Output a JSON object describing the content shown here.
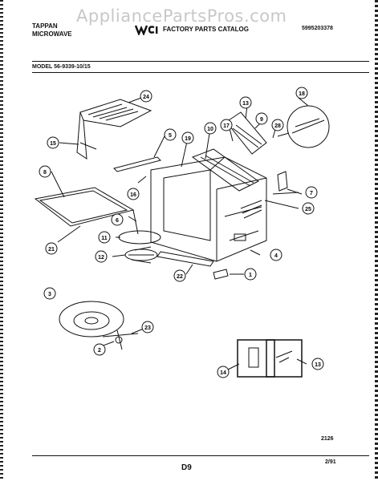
{
  "header": {
    "watermark": "AppliancePartsPros.com",
    "brand_line1": "TAPPAN",
    "brand_line2": "MICROWAVE",
    "catalog_title": "FACTORY PARTS CATALOG",
    "document_number": "5995203378",
    "logo_icon": "wci-logo-icon"
  },
  "model_label": "MODEL 56-9339-10/15",
  "footer": {
    "figure_number": "2126",
    "page_number": "D9",
    "date": "2/91"
  },
  "callouts": [
    "24",
    "15",
    "8",
    "21",
    "5",
    "19",
    "10",
    "17",
    "13",
    "9",
    "28",
    "18",
    "16",
    "6",
    "11",
    "12",
    "22",
    "7",
    "25",
    "4",
    "1",
    "3",
    "23",
    "2",
    "14",
    "13"
  ]
}
